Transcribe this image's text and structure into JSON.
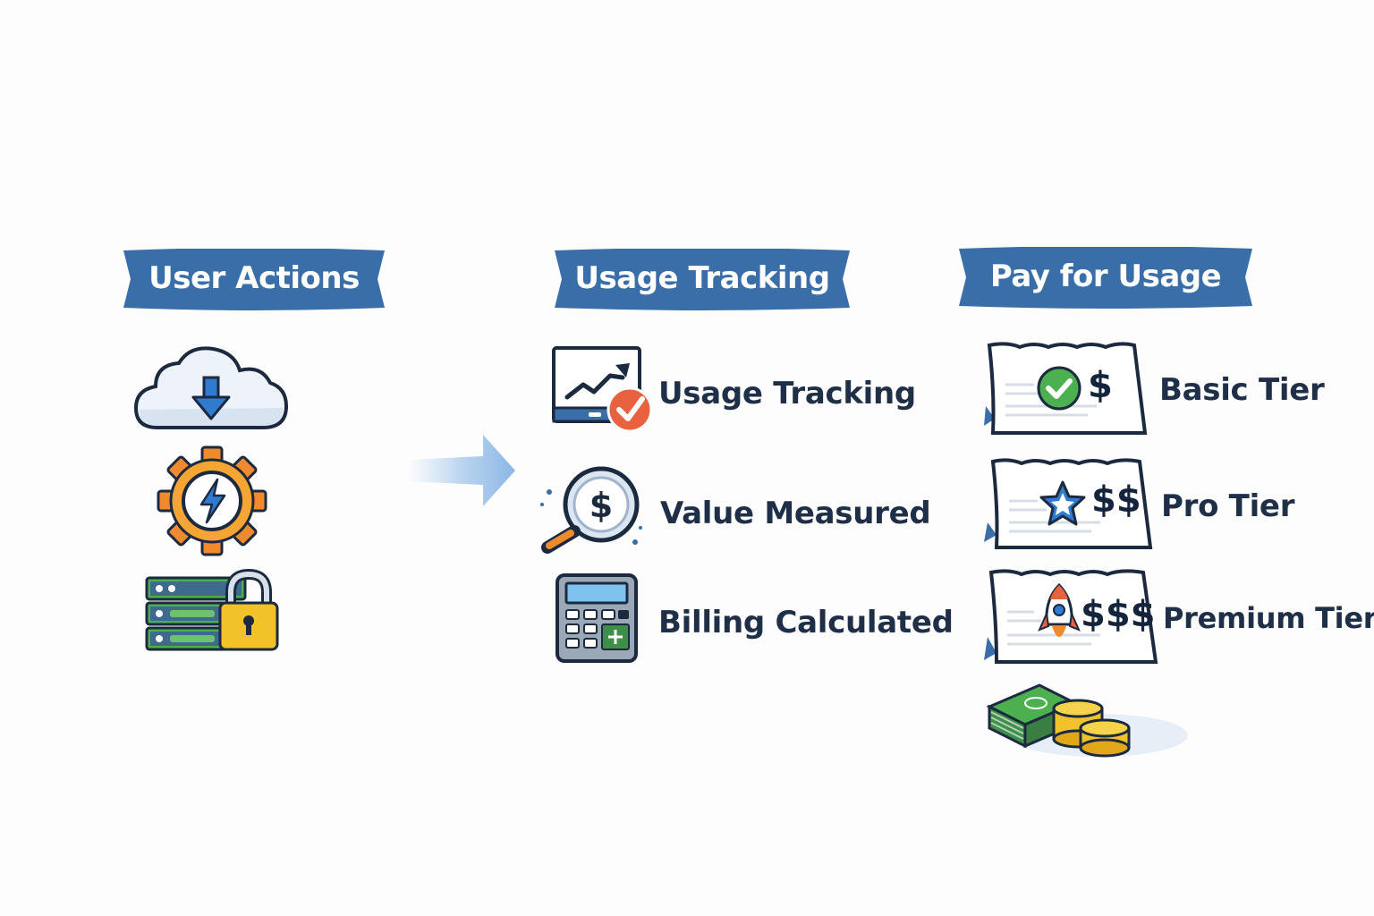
{
  "columns": [
    {
      "title": "User Actions",
      "icons": [
        "cloud-download-icon",
        "gear-lightning-icon",
        "server-lock-icon"
      ]
    },
    {
      "title": "Usage Tracking",
      "items": [
        {
          "icon": "monitor-chart-check-icon",
          "label": "Usage Tracking"
        },
        {
          "icon": "magnifier-dollar-icon",
          "label": "Value Measured"
        },
        {
          "icon": "calculator-icon",
          "label": "Billing Calculated"
        }
      ]
    },
    {
      "title": "Pay for Usage",
      "tiers": [
        {
          "icon": "checkmark-badge-icon",
          "price": "$",
          "label": "Basic Tier"
        },
        {
          "icon": "star-badge-icon",
          "price": "$$",
          "label": "Pro Tier"
        },
        {
          "icon": "rocket-icon",
          "price": "$$$",
          "label": "Premium Tier"
        }
      ],
      "footer_icon": "cash-and-coins-icon"
    }
  ],
  "flow_arrow_icon": "arrow-right-icon",
  "colors": {
    "banner": "#3a6ea8",
    "banner_dark": "#2c5a8f",
    "text": "#1f2f47",
    "accent_orange": "#f08a2e",
    "accent_green": "#4caf50",
    "accent_blue": "#2f7bd0",
    "gold": "#f2c22a"
  }
}
